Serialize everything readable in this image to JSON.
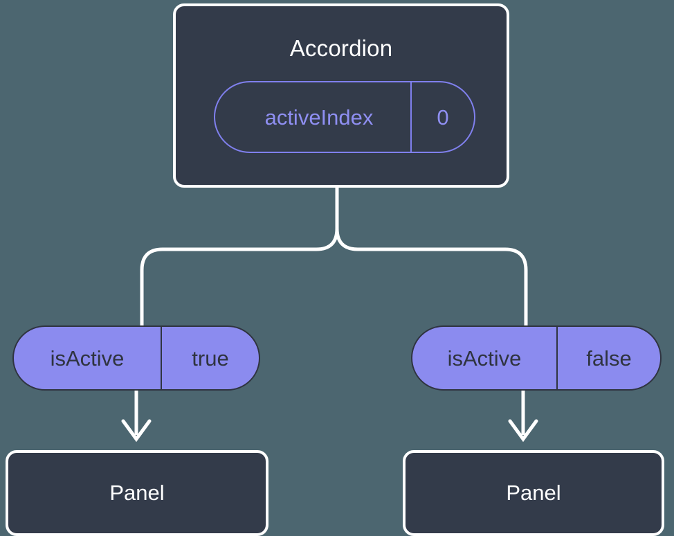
{
  "diagram": {
    "type": "component-state-tree",
    "background_color": "#4c6670",
    "colors": {
      "node_fill": "#333b4a",
      "node_border": "#ffffff",
      "state_pill_border": "#8080ee",
      "state_pill_text": "#8f8ff2",
      "prop_pill_fill": "#8b8bef",
      "prop_pill_text": "#2f3440",
      "connector": "#ffffff"
    }
  },
  "parent": {
    "title": "Accordion",
    "state_pill": {
      "key": "activeIndex",
      "value": "0"
    }
  },
  "children": [
    {
      "prop_pill": {
        "key": "isActive",
        "value": "true"
      },
      "panel_label": "Panel"
    },
    {
      "prop_pill": {
        "key": "isActive",
        "value": "false"
      },
      "panel_label": "Panel"
    }
  ]
}
